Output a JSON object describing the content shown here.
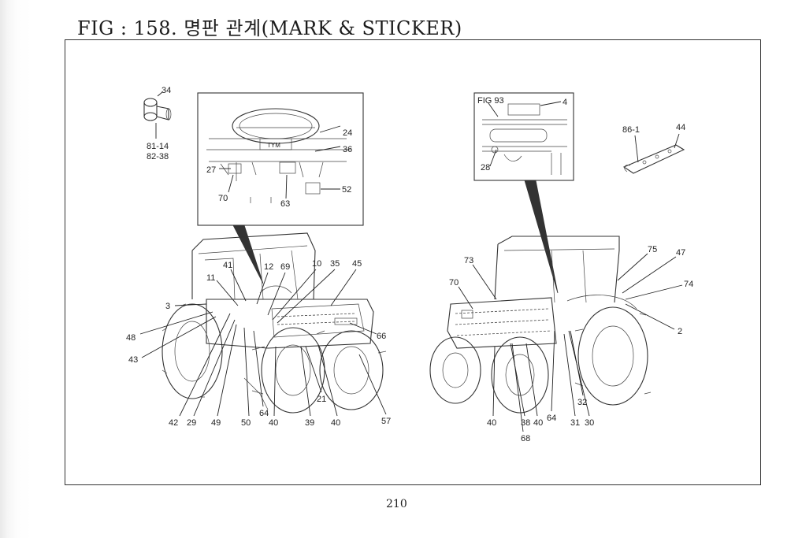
{
  "header": {
    "title": "FIG : 158. 명판 관계(MARK & STICKER)",
    "page_number": "210"
  },
  "left_detail": {
    "labels": [
      "24",
      "36",
      "27",
      "70",
      "63",
      "52"
    ]
  },
  "right_detail": {
    "fig_ref": "FIG 93",
    "labels": [
      "4",
      "28"
    ]
  },
  "part_34": {
    "labels": [
      "34",
      "81-14",
      "82-38"
    ]
  },
  "part_86": {
    "labels": [
      "86-1",
      "44"
    ]
  },
  "left_tractor": {
    "labels": [
      "41",
      "12",
      "69",
      "10",
      "35",
      "45",
      "11",
      "3",
      "48",
      "43",
      "66",
      "21",
      "42",
      "29",
      "49",
      "50",
      "64",
      "40",
      "39",
      "40",
      "57"
    ]
  },
  "right_tractor": {
    "labels": [
      "73",
      "70",
      "75",
      "47",
      "74",
      "2",
      "32",
      "40",
      "38",
      "40",
      "64",
      "31",
      "30",
      "68"
    ]
  }
}
